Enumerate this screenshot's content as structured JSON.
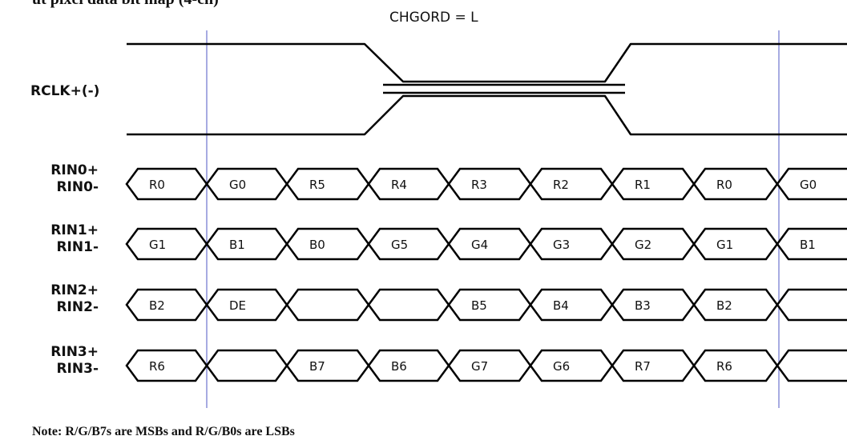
{
  "header": {
    "cut_title": "ut pixel data bit map (4-ch) ",
    "mode_label": "CHGORD = L"
  },
  "clock": {
    "label": "RCLK+(-)"
  },
  "lanes": [
    {
      "label_pos": "RIN0+",
      "label_neg": "RIN0-",
      "cells": [
        "R0",
        "G0",
        "R5",
        "R4",
        "R3",
        "R2",
        "R1",
        "R0",
        "G0"
      ]
    },
    {
      "label_pos": "RIN1+",
      "label_neg": "RIN1-",
      "cells": [
        "G1",
        "B1",
        "B0",
        "G5",
        "G4",
        "G3",
        "G2",
        "G1",
        "B1"
      ]
    },
    {
      "label_pos": "RIN2+",
      "label_neg": "RIN2-",
      "cells": [
        "B2",
        "DE",
        "",
        "",
        "B5",
        "B4",
        "B3",
        "B2",
        ""
      ]
    },
    {
      "label_pos": "RIN3+",
      "label_neg": "RIN3-",
      "cells": [
        "R6",
        "",
        "B7",
        "B6",
        "G7",
        "G6",
        "R7",
        "R6",
        ""
      ]
    }
  ],
  "note": "Note: R/G/B7s are MSBs and R/G/B0s are LSBs",
  "colors": {
    "line": "#000000",
    "marker": "#8a8fd8",
    "text": "#111111"
  }
}
